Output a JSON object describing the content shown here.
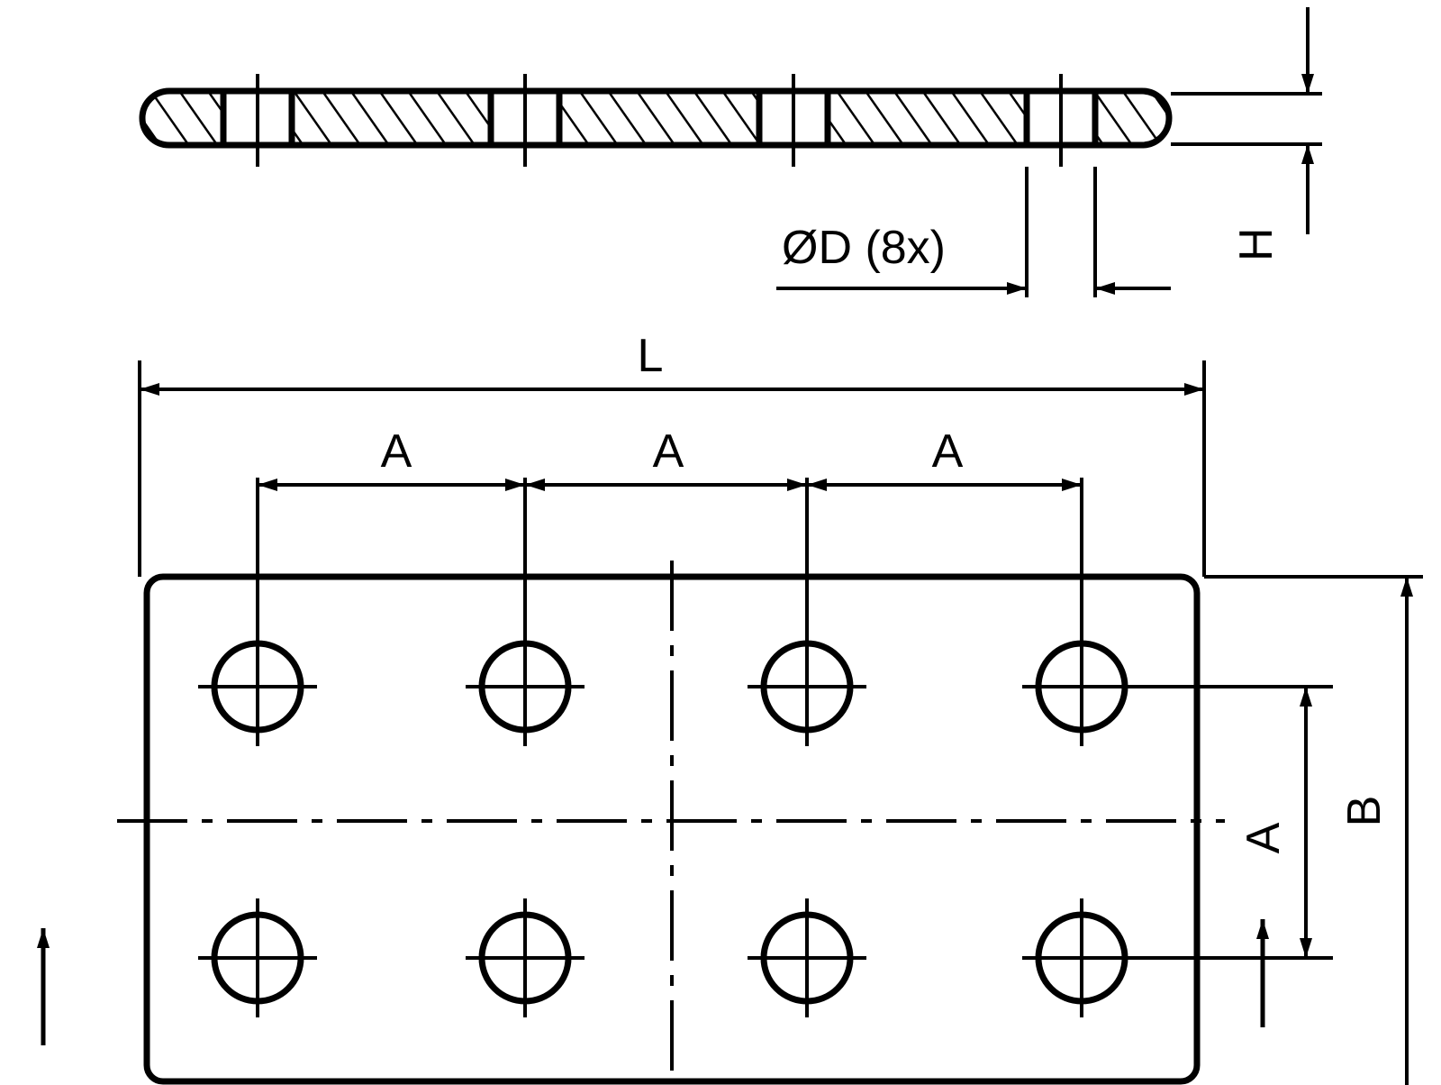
{
  "drawing": {
    "type": "technical-engineering-drawing",
    "description": "Mounting plate with 8 holes - side section view and top view",
    "views": {
      "section": {
        "name": "side-section-view"
      },
      "top": {
        "name": "top-view"
      }
    },
    "labels": {
      "hole_callout": "ØD (8x)",
      "thickness": "H",
      "length": "L",
      "width": "B",
      "hole_spacing_x": "A",
      "hole_spacing_y": "A"
    },
    "dimensions": {
      "horizontal_pitch_labels": [
        "A",
        "A",
        "A"
      ],
      "overall_length_label": "L",
      "overall_width_label": "B",
      "vertical_pitch_label": "A",
      "thickness_label": "H",
      "hole_diameter_label": "ØD (8x)",
      "hole_count": 8
    },
    "colors": {
      "line": "#000000",
      "background": "#ffffff"
    }
  }
}
